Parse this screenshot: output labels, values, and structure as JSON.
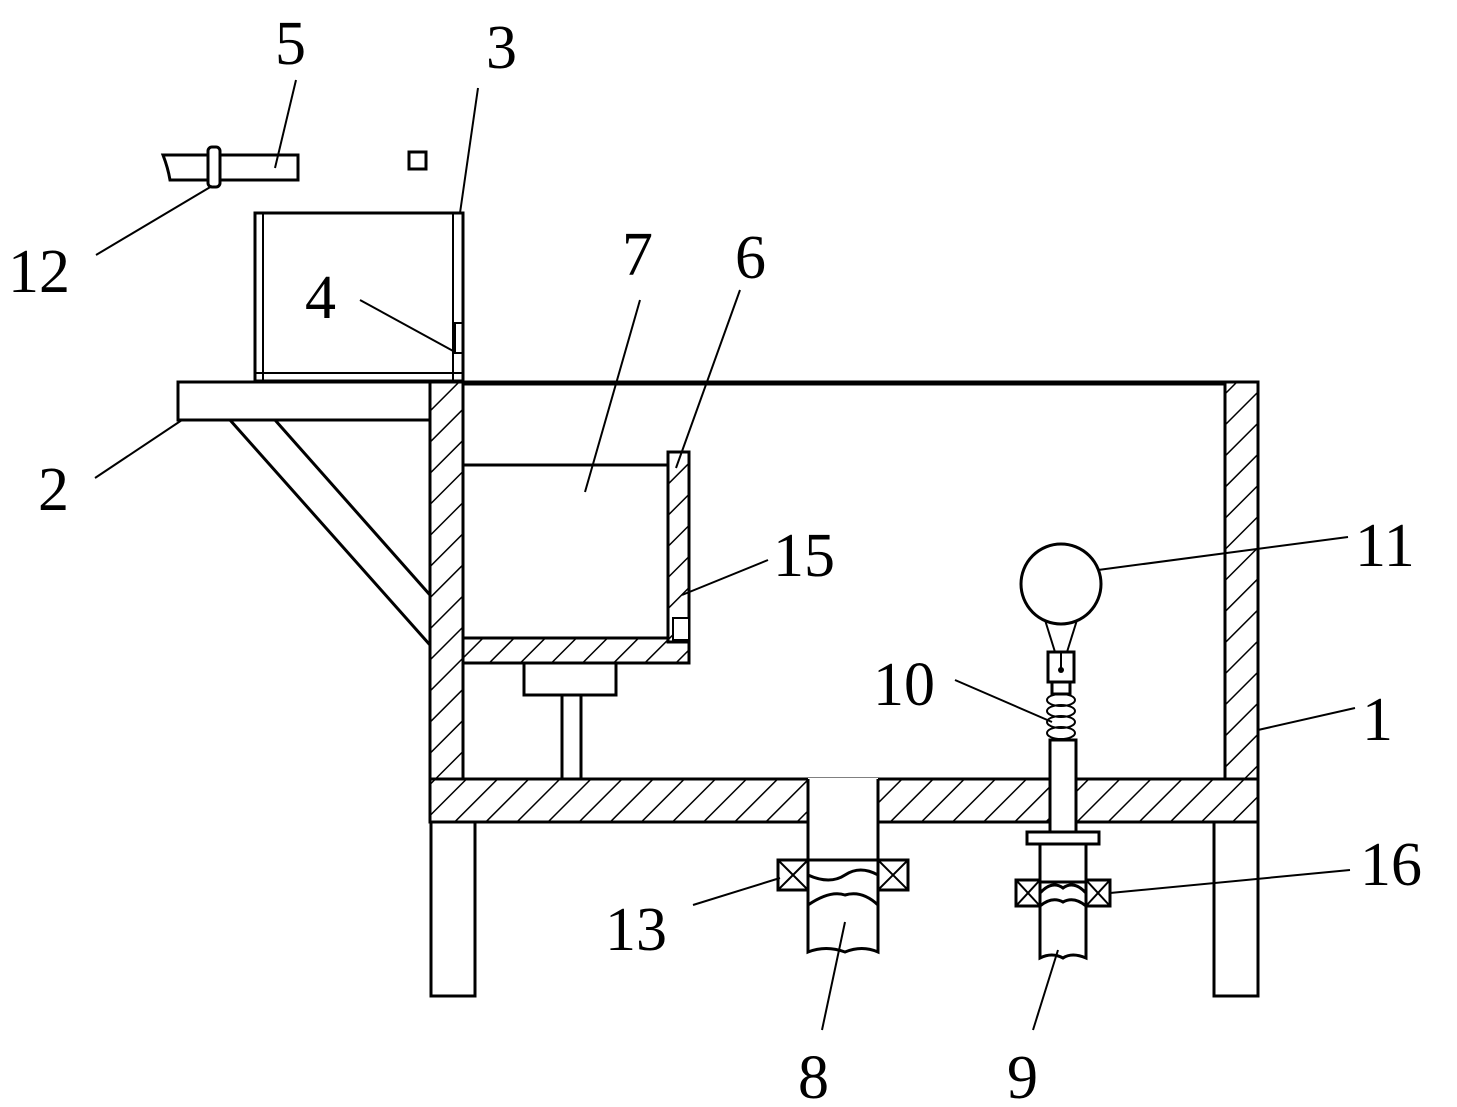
{
  "labels": {
    "l1": "1",
    "l2": "2",
    "l3": "3",
    "l4": "4",
    "l5": "5",
    "l6": "6",
    "l7": "7",
    "l8": "8",
    "l9": "9",
    "l10": "10",
    "l11": "11",
    "l12": "12",
    "l13": "13",
    "l15": "15",
    "l16": "16"
  },
  "colors": {
    "stroke": "#000000",
    "background": "#ffffff"
  }
}
